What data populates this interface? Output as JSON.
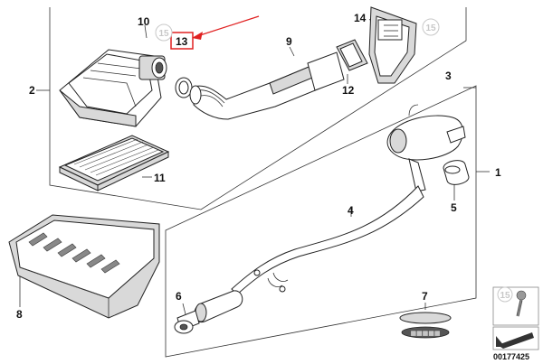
{
  "callouts": {
    "c1": "1",
    "c2": "2",
    "c3": "3",
    "c4": "4",
    "c5": "5",
    "c6": "6",
    "c7": "7",
    "c8": "8",
    "c9": "9",
    "c10": "10",
    "c11": "11",
    "c12": "12",
    "c13": "13",
    "c14": "14",
    "circle_a": "15",
    "circle_b": "15",
    "circle_c": "15"
  },
  "catalog_number": "00177425",
  "colors": {
    "highlight": "#e02020",
    "ink": "#222222",
    "circle": "#c8c8c8",
    "box": "#888888"
  }
}
